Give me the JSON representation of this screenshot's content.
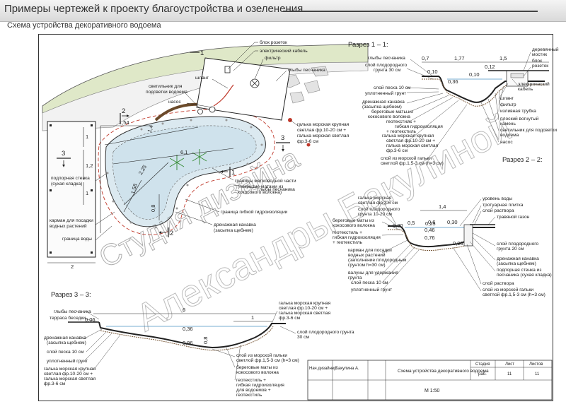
{
  "header": {
    "title": "Примеры чертежей к проекту благоустройства и озеленения",
    "subtitle": "Схема устройства декоративного водоема"
  },
  "watermark": {
    "line1": "Студия дизайна",
    "line2": "Александры Бакулиной"
  },
  "plan": {
    "callouts": {
      "blok_rozetok": "блок розеток",
      "el_kabel": "электрический кабель",
      "filtr": "фильтр",
      "glyby_1": "глыбы песчаника",
      "shlang": "шланг",
      "svetilnik_1": "светильник для",
      "svetilnik_2": "подсветки водоема",
      "nasos": "насос",
      "galka_1": "галька морская крупная",
      "galka_2": "светлая фр.10-20 см +",
      "galka_3": "галька морская светлая",
      "galka_4": "фр.3-6 см",
      "granicy_1": "границы мелководной части",
      "granicy_2": "(покрытие матами из",
      "granicy_3": "кокосового волокна)",
      "glyby_2": "глыбы песчаника",
      "gidro_1": "граница гибкой гидроизоляции",
      "dren_1": "дренажная канавка",
      "dren_2": "(засыпка щебнем)",
      "podpor_1": "подпорная стенка",
      "podpor_2": "(сухая кладка)",
      "karman_1": "карман для посадки",
      "karman_2": "водных растений",
      "granica_vody": "граница воды"
    },
    "dims": {
      "d154": "1,54",
      "d14": "1,4",
      "d61": "6,1",
      "d225": "2,25",
      "d158": "1,58",
      "d08": "0,8",
      "d1a": "1",
      "d12": "1,2",
      "d1b": "1",
      "d2": "2"
    },
    "section_marks": {
      "s2": "2",
      "s3": "3",
      "s1": "1"
    }
  },
  "section11": {
    "title": "Разрез 1 – 1:",
    "dims": {
      "d07": "0,7",
      "d177": "1,77",
      "d15": "1,5",
      "d010a": "0,10",
      "d010b": "0,10",
      "d012": "0,12",
      "d036": "0,36"
    },
    "left": [
      "глыбы песчаника",
      "слой плодородного",
      "грунта 30 см",
      "слой песка 10 см",
      "уплотненный грунт",
      "дренажная канавка",
      "(засыпка щебнем)",
      "береговые маты из",
      "кокосового волокна",
      "геотекстиль +",
      "гибкая гидроизоляция",
      "+ геотекстиль",
      "галька морская крупная",
      "светлая фр.10-20 см +",
      "галька морская светлая",
      "фр.3-6 см",
      "слой из морской гальки",
      "светлой фр.1,5-3 см (h=3 см)"
    ],
    "right": [
      "деревянный",
      "мостик",
      "блок",
      "розеток",
      "электрический",
      "кабель",
      "шланг",
      "фильтр",
      "изливная трубка",
      "плоский вогнутый",
      "камень",
      "светильник для подсветки",
      "водоема",
      "насос"
    ]
  },
  "section22": {
    "title": "Разрез 2 – 2:",
    "dims": {
      "d14": "1,4",
      "d030a": "0,30",
      "d05": "0,5",
      "d06": "0,6",
      "d025": "0,25",
      "d046": "0,46",
      "d076": "0,76",
      "d030b": "0,30",
      "d096": "0,96"
    },
    "left": [
      "галька морская",
      "светлая фр.3-6 см",
      "слой плодородного",
      "грунта 10-20 см",
      "береговые маты из",
      "кокосового волокна",
      "геотекстиль +",
      "гибкая гидроизоляция",
      "+ геотекстиль",
      "карман для посадки",
      "водных растений",
      "(заполнение плодородным",
      "грунтом h=30 см)",
      "валуны для удержания",
      "грунта",
      "слой песка 10 см",
      "уплотненный грунт"
    ],
    "right": [
      "уровень воды",
      "тротуарная плитка",
      "слой раствора",
      "травяной газон",
      "слой плодородного",
      "грунта 20 см",
      "дренажная канавка",
      "(засыпка щебнем)",
      "подпорная стенка из",
      "песчаника (сухая кладка)",
      "слой раствора",
      "слой из морской гальки",
      "светлой фр.1,5-3 см (h=3 см)"
    ]
  },
  "section33": {
    "title": "Разрез 3 – 3:",
    "dims": {
      "d6": "6",
      "d1": "1",
      "d006": "0,06",
      "d036": "0,36",
      "d096": "0,96",
      "d08": "0,8"
    },
    "left": [
      "глыбы песчаника",
      "терраса беседки",
      "дренажная канавка",
      "(засыпка щебнем)",
      "слой песка 10 см",
      "уплотненный грунт",
      "галька морская крупная",
      "светлая фр.10-20 см +",
      "галька морская светлая",
      "фр.3-6 см"
    ],
    "bottom": [
      "слой из морской гальки",
      "светлой фр.1,5-3 см (h=3 см)",
      "береговые маты из",
      "кокосового волокна",
      "геотекстиль +",
      "гибкая гидроизоляция",
      "для водоемов +",
      "геотекстиль"
    ],
    "right": [
      "галька морская крупная",
      "светлая фр.10-20 см +",
      "галька морская светлая",
      "фр.3-6 см",
      "слой плодородного грунта",
      "30 см"
    ]
  },
  "titleblock": {
    "role": "Нач.дизайнер",
    "author": "Бакулина А.",
    "drawing": "Схема устройства декоративного водоема",
    "h_stage": "Стадия",
    "h_sheet": "Лист",
    "h_sheets": "Листов",
    "stage": "раб.",
    "sheet": "11",
    "sheets": "11",
    "scale": "М 1:50"
  }
}
